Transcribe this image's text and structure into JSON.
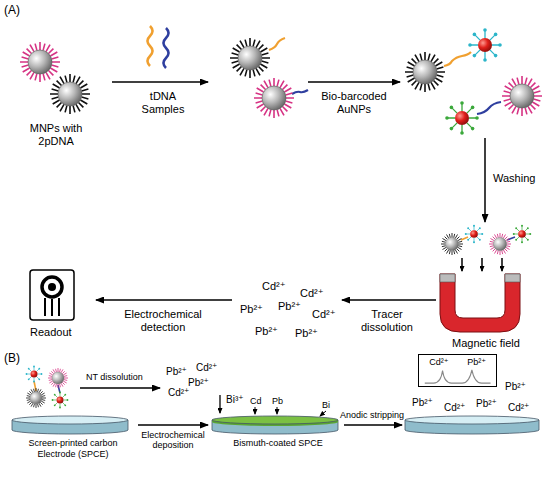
{
  "diagram": {
    "nodes": [
      {
        "text": [
          "Screen-printed carbon Electrode (SPCE)"
        ]
      },
      {
        "text": [
          "Bismuth-coated SPCE"
        ]
      },
      {
        "text": [
          "Cd²⁺",
          "Pb²⁺"
        ]
      }
    ],
    "edges": [
      {
        "from": 0,
        "to": 1,
        "label": "Electrochemical deposition",
        "arrow": "to"
      }
    ],
    "labels": [
      "(A)",
      "MNPs with 2pDNA",
      "tDNA Samples",
      "Bio-barcoded AuNPs",
      "Washing",
      "Magnetic field",
      "Tracer dissolution",
      "Cd²⁺",
      "Cd²⁺",
      "Pb²⁺",
      "Pb²⁺",
      "Cd²⁺",
      "Pb²⁺",
      "Pb²⁺",
      "Electrochemical detection",
      "Readout",
      "(B)",
      "NT dissolution",
      "Pb²⁺",
      "Cd²⁺",
      "Pb²⁺",
      "Cd²⁺",
      "Bi³⁺",
      "Cd",
      "Pb",
      "Bi",
      "Anodic stripping",
      "Pb²⁺",
      "Cd²⁺",
      "Pb²⁺",
      "Cd²⁺",
      "Pb²⁺"
    ]
  }
}
